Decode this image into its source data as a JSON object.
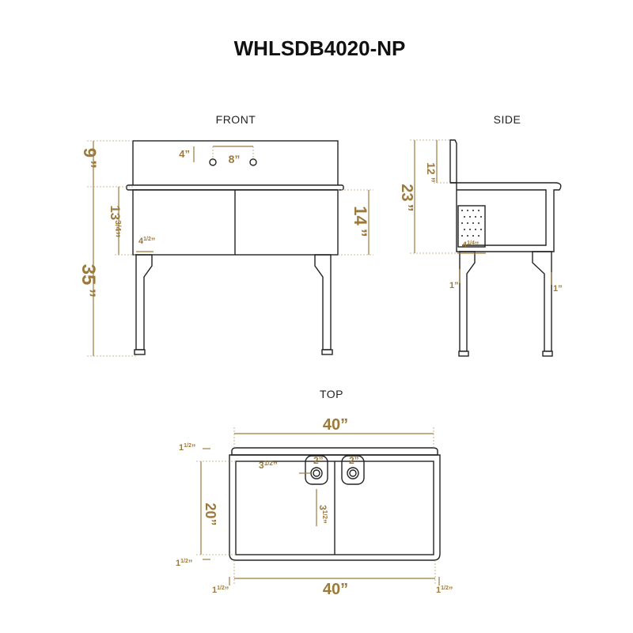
{
  "title": "WHLSDB4020-NP",
  "views": {
    "front": "FRONT",
    "side": "SIDE",
    "top": "TOP"
  },
  "accent_color": "#9c7a3c",
  "front": {
    "dim_9": "9",
    "dim_9_mark": "”",
    "dim_4": "4”",
    "dim_8": "8”",
    "dim_13_34": "13",
    "dim_13_34_frac": "3/4",
    "dim_13_34_mark": "”",
    "dim_4_12": "4",
    "dim_4_12_frac": "1/2",
    "dim_4_12_mark": "”",
    "dim_14": "14",
    "dim_14_mark": "”",
    "dim_35": "35",
    "dim_35_mark": "”"
  },
  "side": {
    "dim_12": "12",
    "dim_12_mark": "”",
    "dim_23": "23",
    "dim_23_mark": "”",
    "dim_4_14": "4",
    "dim_4_14_frac": "1/4",
    "dim_4_14_mark": "”",
    "dim_1_left": "1”",
    "dim_1_right": "1”"
  },
  "top": {
    "dim_40_top": "40”",
    "dim_40_bottom": "40”",
    "dim_20": "20”",
    "dim_1_12_a": "1",
    "dim_1_12_a_frac": "1/2",
    "dim_1_12_a_mark": "”",
    "dim_1_12_b": "1",
    "dim_1_12_b_frac": "1/2",
    "dim_1_12_b_mark": "”",
    "dim_1_12_c": "1",
    "dim_1_12_c_frac": "1/2",
    "dim_1_12_c_mark": "”",
    "dim_1_12_d": "1",
    "dim_1_12_d_frac": "1/2",
    "dim_1_12_d_mark": "”",
    "dim_3_12_a": "3",
    "dim_3_12_a_frac": "1/2",
    "dim_3_12_a_mark": "”",
    "dim_3_12_b": "3",
    "dim_3_12_b_frac": "1/2",
    "dim_3_12_b_mark": "”",
    "dim_2_a": "2”",
    "dim_2_b": "2”"
  }
}
